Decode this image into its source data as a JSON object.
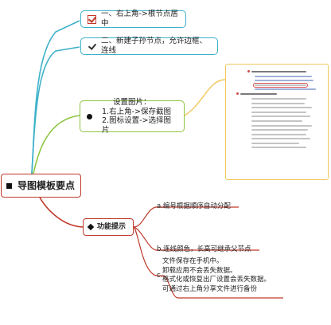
{
  "root": {
    "label": "导图模板要点"
  },
  "branches": [
    {
      "label": "一、右上角->根节点居中",
      "icon": "checkbox-icon"
    },
    {
      "label": "二、新建子孙节点，允许边框、连线",
      "icon": "check-icon"
    },
    {
      "title": "设置图片：",
      "lines": [
        "1.右上角->保存截图",
        "2.图标设置->选择图片"
      ],
      "icon": "bullet-dot-icon"
    }
  ],
  "function_node": {
    "label": "功能提示",
    "children": [
      "a.编号根据顺序自动分配",
      "b.连线颜色，长高可继承父节点",
      "c.",
      "文件保存在手机中。\n卸载应用不会丢失数据。\n格式化或恢复出厂设置会丢失数据。\n可通过右上角分享文件进行备份"
    ]
  },
  "colors": {
    "teal": "#3cb1c9",
    "green": "#8dc63f",
    "red": "#c0392b",
    "thumb_border": "#f2c75c"
  }
}
